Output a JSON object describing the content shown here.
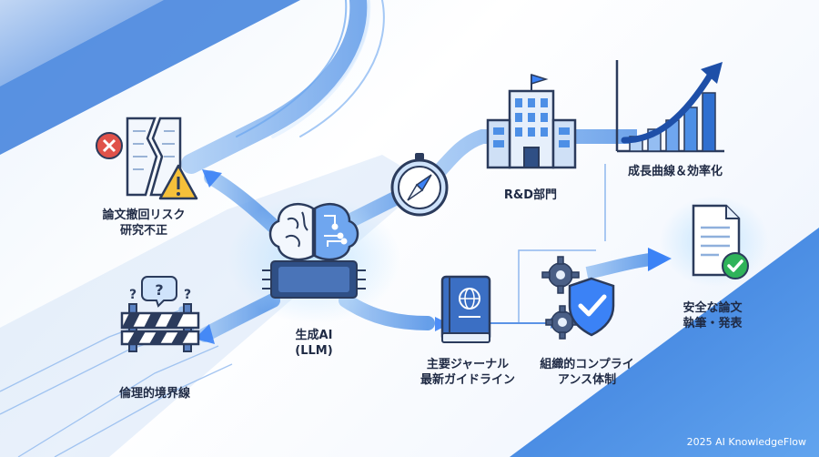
{
  "labels": {
    "retraction_risk_line1": "論文撤回リスク",
    "retraction_risk_line2": "研究不正",
    "ethical_boundary": "倫理的境界線",
    "gen_ai_line1": "生成AI",
    "gen_ai_line2": "(LLM)",
    "rd_department": "R&D部門",
    "growth_curve": "成長曲線＆効率化",
    "journal_line1": "主要ジャーナル",
    "journal_line2": "最新ガイドライン",
    "compliance_line1": "組織的コンプライ",
    "compliance_line2": "アンス体制",
    "safe_paper_line1": "安全な論文",
    "safe_paper_line2": "執筆・発表"
  },
  "watermark": "2025 AI KnowledgeFlow",
  "colors": {
    "accent": "#3b82f6",
    "dark_blue": "#1e4fa8",
    "danger": "#e0524a",
    "warning": "#f5c03a",
    "success": "#2fb35a",
    "text": "#1f2a44"
  },
  "icons": [
    "torn-document-icon",
    "error-x-icon",
    "warning-triangle-icon",
    "barrier-icon",
    "question-mark-icon",
    "brain-chip-icon",
    "compass-icon",
    "building-icon",
    "growth-chart-icon",
    "journal-book-icon",
    "gear-icon",
    "shield-check-icon",
    "safe-document-icon"
  ]
}
